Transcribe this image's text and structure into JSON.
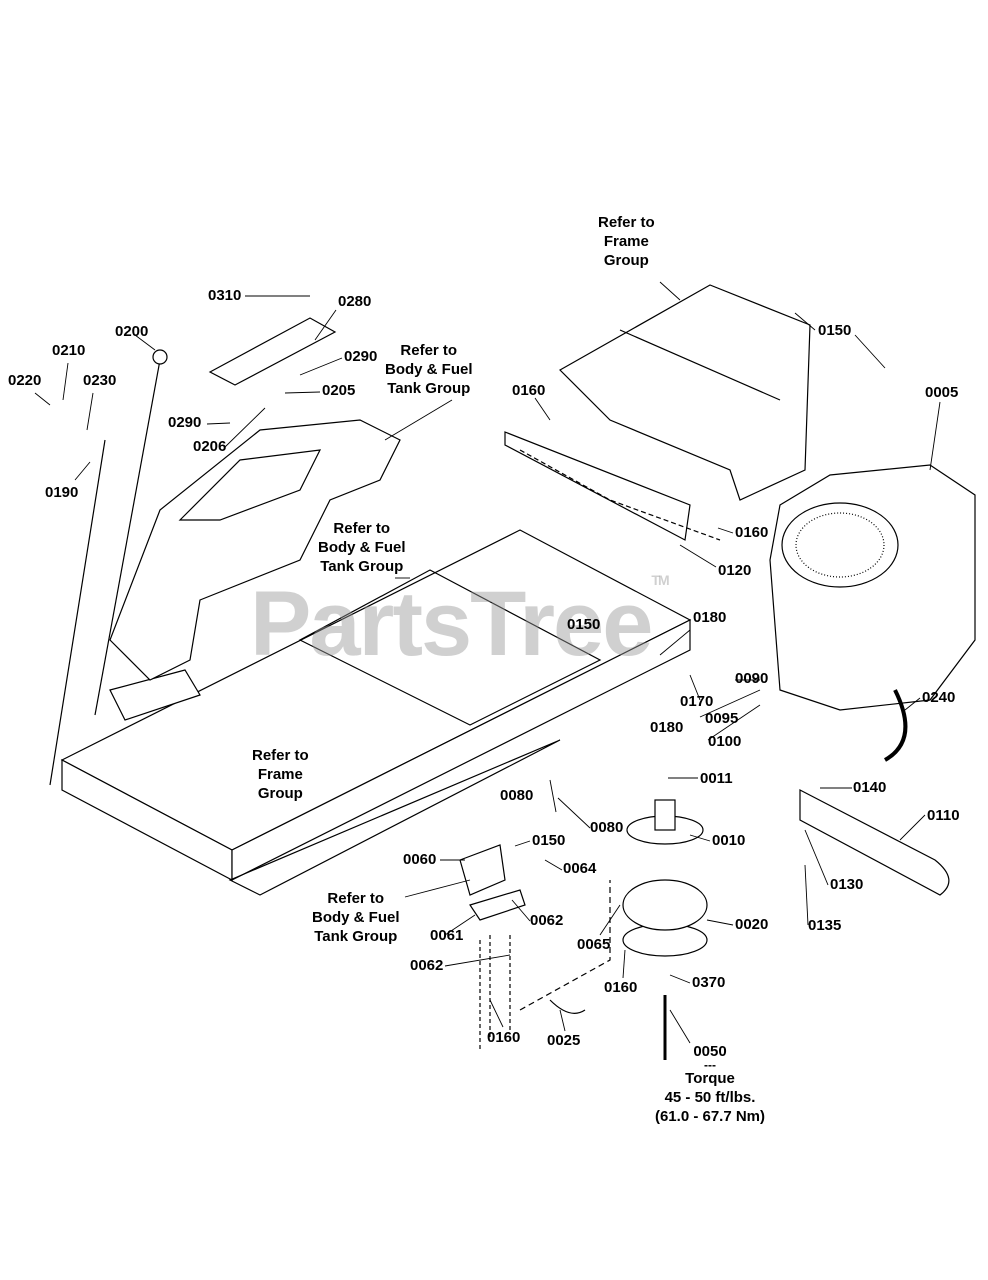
{
  "watermark": "PartsTree",
  "watermark_tm": "TM",
  "labels": {
    "l0310": "0310",
    "l0280": "0280",
    "l0200": "0200",
    "l0290a": "0290",
    "l0210": "0210",
    "l0220": "0220",
    "l0230": "0230",
    "l0205": "0205",
    "l0290b": "0290",
    "l0206": "0206",
    "l0190": "0190",
    "l0150a": "0150",
    "l0160a": "0160",
    "l0005": "0005",
    "l0160b": "0160",
    "l0120": "0120",
    "l0150b": "0150",
    "l0180a": "0180",
    "l0090": "0090",
    "l0240": "0240",
    "l0170": "0170",
    "l0095": "0095",
    "l0180b": "0180",
    "l0100": "0100",
    "l0011": "0011",
    "l0140": "0140",
    "l0080a": "0080",
    "l0080b": "0080",
    "l0110": "0110",
    "l0010": "0010",
    "l0150c": "0150",
    "l0060": "0060",
    "l0064": "0064",
    "l0130": "0130",
    "l0062a": "0062",
    "l0020": "0020",
    "l0135": "0135",
    "l0061": "0061",
    "l0065": "0065",
    "l0062b": "0062",
    "l0370": "0370",
    "l0160c": "0160",
    "l0160d": "0160",
    "l0025": "0025"
  },
  "refs": {
    "body_fuel_1": [
      "Refer to",
      "Body & Fuel",
      "Tank Group"
    ],
    "frame_1": [
      "Refer to",
      "Frame",
      "Group"
    ],
    "body_fuel_2": [
      "Refer to",
      "Body & Fuel",
      "Tank Group"
    ],
    "frame_2": [
      "Refer to",
      "Frame",
      "Group"
    ],
    "body_fuel_3": [
      "Refer to",
      "Body & Fuel",
      "Tank Group"
    ]
  },
  "torque_note": {
    "part": "0050",
    "sep": "---",
    "title": "Torque",
    "imperial": "45 - 50 ft/lbs.",
    "metric": "(61.0 - 67.7 Nm)"
  }
}
